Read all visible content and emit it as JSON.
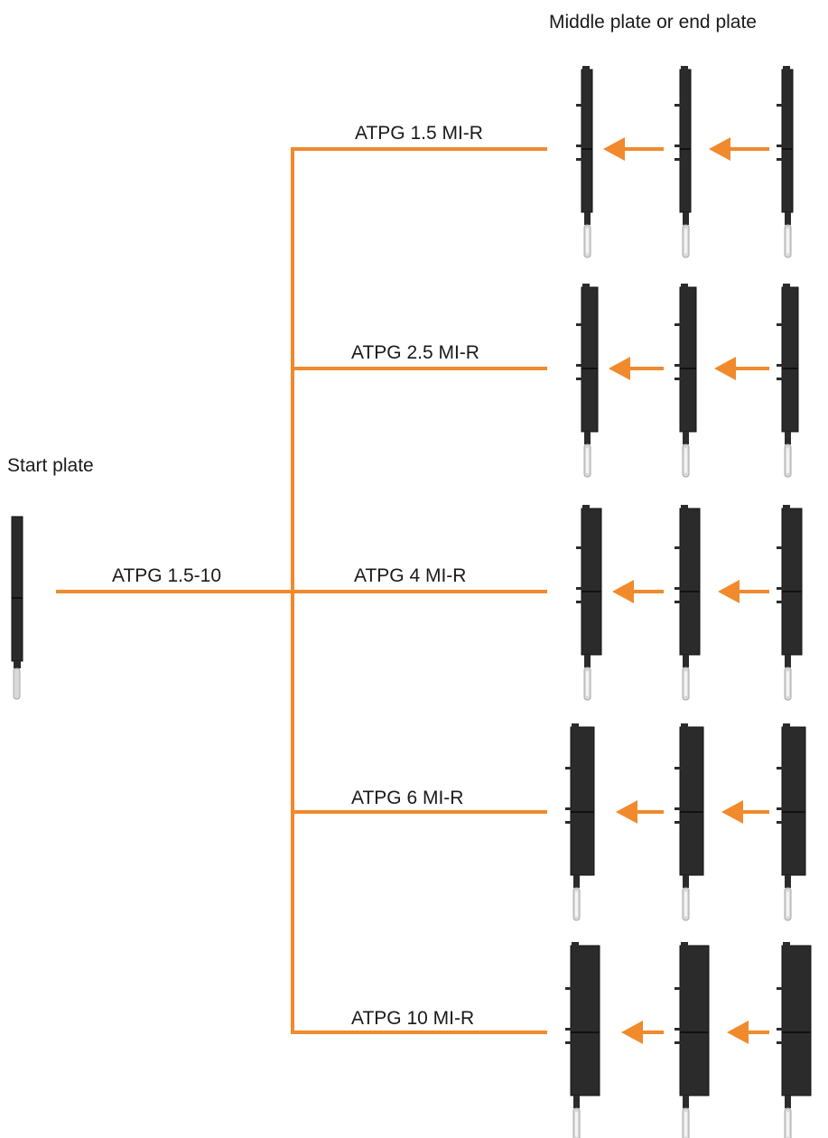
{
  "headings": {
    "start": "Start plate",
    "middle_end": "Middle plate or end plate"
  },
  "main_line_label": "ATPG 1.5-10",
  "branches": [
    {
      "label": "ATPG 1.5 MI-R",
      "size": "1.5"
    },
    {
      "label": "ATPG 2.5 MI-R",
      "size": "2.5"
    },
    {
      "label": "ATPG 4 MI-R",
      "size": "4"
    },
    {
      "label": "ATPG 6 MI-R",
      "size": "6"
    },
    {
      "label": "ATPG 10 MI-R",
      "size": "10"
    }
  ],
  "colors": {
    "line": "#f08a2c",
    "plate": "#2b2b2b",
    "plate_edge": "#111111",
    "pin": "#d9d9d9"
  }
}
